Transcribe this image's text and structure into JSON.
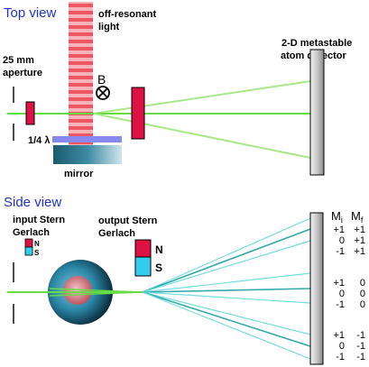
{
  "top": {
    "title": "Top view",
    "aperture_label_1": "25 mm",
    "aperture_label_2": "aperture",
    "light_label_1": "off-resonant",
    "light_label_2": "light",
    "b_label": "B",
    "waveplate_label": "1/4 λ",
    "mirror_label": "mirror",
    "detector_label_1": "2-D metastable",
    "detector_label_2": "atom detector"
  },
  "side": {
    "title": "Side view",
    "input_label_1": "input Stern",
    "input_label_2": "Gerlach",
    "output_label_1": "output Stern",
    "output_label_2": "Gerlach",
    "magnet_n": "N",
    "magnet_s": "S",
    "mi_label": "M",
    "mi_sub": "i",
    "mf_label": "M",
    "mf_sub": "f",
    "groups": [
      {
        "mi": [
          "+1",
          "0",
          "-1"
        ],
        "mf": [
          "+1",
          "+1",
          "+1"
        ]
      },
      {
        "mi": [
          "+1",
          "0",
          "-1"
        ],
        "mf": [
          "0",
          "0",
          "0"
        ]
      },
      {
        "mi": [
          "+1",
          "0",
          "-1"
        ],
        "mf": [
          "-1",
          "-1",
          "-1"
        ]
      }
    ]
  },
  "colors": {
    "title": "#2233cc",
    "beam_green": "#66dd44",
    "beam_light_green": "#aae888",
    "beam_cyan": "#77dde0",
    "beam_teal": "#33aaaa",
    "magnet_red": "#dd1144",
    "magnet_cyan": "#33ccee",
    "waveplate": "#8888ee",
    "light_red": "#ee4455"
  }
}
